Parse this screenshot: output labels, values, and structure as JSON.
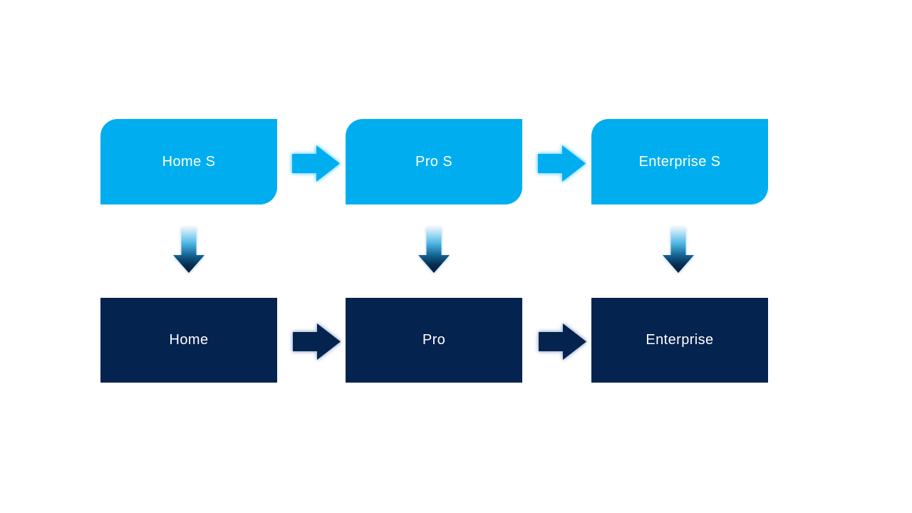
{
  "colors": {
    "background": "#FFFFFF",
    "top_box_fill": "#00AEEF",
    "top_box_text": "#FFFFFF",
    "bottom_box_fill": "#04234E",
    "bottom_box_text": "#FFFFFF",
    "top_arrow_fill": "#00AEEF",
    "top_arrow_glow": "#87DBFF",
    "bottom_arrow_fill": "#04234E",
    "bottom_arrow_glow": "#AFBED6",
    "varrow_grad_0": "#E9F6FD",
    "varrow_grad_1": "#4FB7E6",
    "varrow_grad_2": "#146492",
    "varrow_grad_3": "#082E53",
    "varrow_grad_4": "#041D3E"
  },
  "diagram": {
    "top_row": [
      {
        "label": "Home S"
      },
      {
        "label": "Pro S"
      },
      {
        "label": "Enterprise S"
      }
    ],
    "bottom_row": [
      {
        "label": "Home"
      },
      {
        "label": "Pro"
      },
      {
        "label": "Enterprise"
      }
    ],
    "icons": {
      "right_arrow": "block-arrow-right",
      "down_arrow": "block-arrow-down"
    },
    "connections": [
      {
        "from": "Home S",
        "to": "Pro S",
        "direction": "right"
      },
      {
        "from": "Pro S",
        "to": "Enterprise S",
        "direction": "right"
      },
      {
        "from": "Home S",
        "to": "Home",
        "direction": "down"
      },
      {
        "from": "Pro S",
        "to": "Pro",
        "direction": "down"
      },
      {
        "from": "Enterprise S",
        "to": "Enterprise",
        "direction": "down"
      },
      {
        "from": "Home",
        "to": "Pro",
        "direction": "right"
      },
      {
        "from": "Pro",
        "to": "Enterprise",
        "direction": "right"
      }
    ]
  }
}
